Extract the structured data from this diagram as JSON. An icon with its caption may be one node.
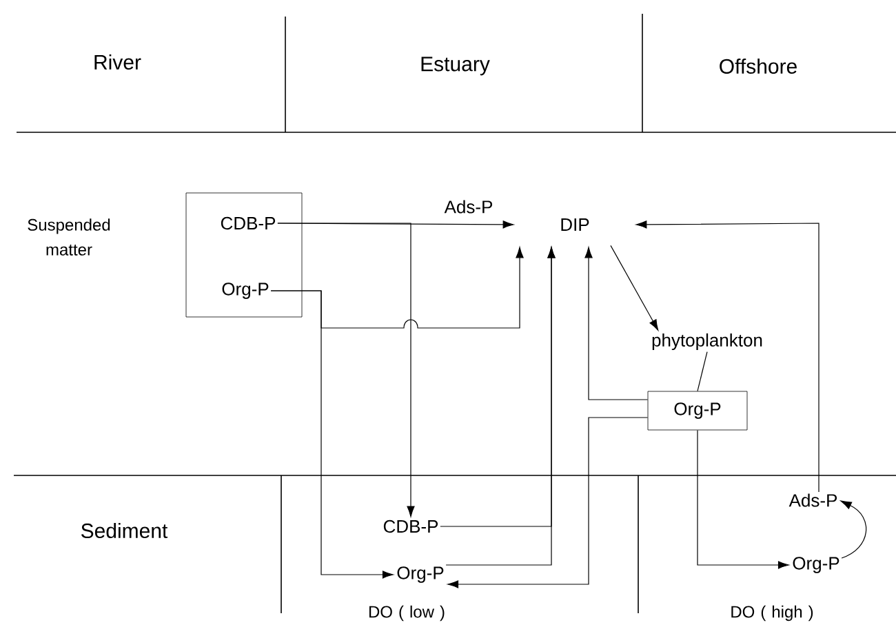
{
  "diagram": {
    "nodes": [
      {
        "text": [],
        "shape": "box"
      },
      {
        "text": [
          "CDB-P"
        ],
        "in": 0
      },
      {
        "text": [
          "Org-P"
        ],
        "in": 0
      },
      {
        "text": [
          "DIP"
        ]
      },
      {
        "text": [
          "phytoplankton"
        ]
      },
      {
        "text": [
          "Org-P"
        ]
      },
      {
        "text": [
          "CDB-P"
        ]
      },
      {
        "text": [
          "Org-P"
        ]
      },
      {
        "text": [
          "Ads-P"
        ]
      },
      {
        "text": [
          "Org-P"
        ]
      }
    ],
    "edges": [
      {
        "from": 1,
        "to": 3,
        "arrow": "to",
        "label": "Ads-P"
      },
      {
        "from": 1,
        "to": 6,
        "arrow": "to"
      },
      {
        "from": 2,
        "to": 3,
        "arrow": "to"
      },
      {
        "from": 2,
        "to": 7,
        "arrow": "to"
      },
      {
        "from": 6,
        "to": 3,
        "arrow": "to"
      },
      {
        "from": 7,
        "to": 3,
        "arrow": "to"
      },
      {
        "from": 5,
        "to": 3,
        "arrow": "to"
      },
      {
        "from": 5,
        "to": 7,
        "arrow": "to"
      },
      {
        "from": 3,
        "to": 4,
        "arrow": "to"
      },
      {
        "from": 4,
        "to": 5,
        "arrow": "none"
      },
      {
        "from": 5,
        "to": 9,
        "arrow": "to"
      },
      {
        "from": 9,
        "to": 8,
        "arrow": "to"
      },
      {
        "from": 8,
        "to": 3,
        "arrow": "to"
      }
    ],
    "labels": [
      "River",
      "Estuary",
      "Offshore",
      "Suspended matter",
      "Sediment",
      "DO ( low )",
      "DO ( high )"
    ]
  }
}
